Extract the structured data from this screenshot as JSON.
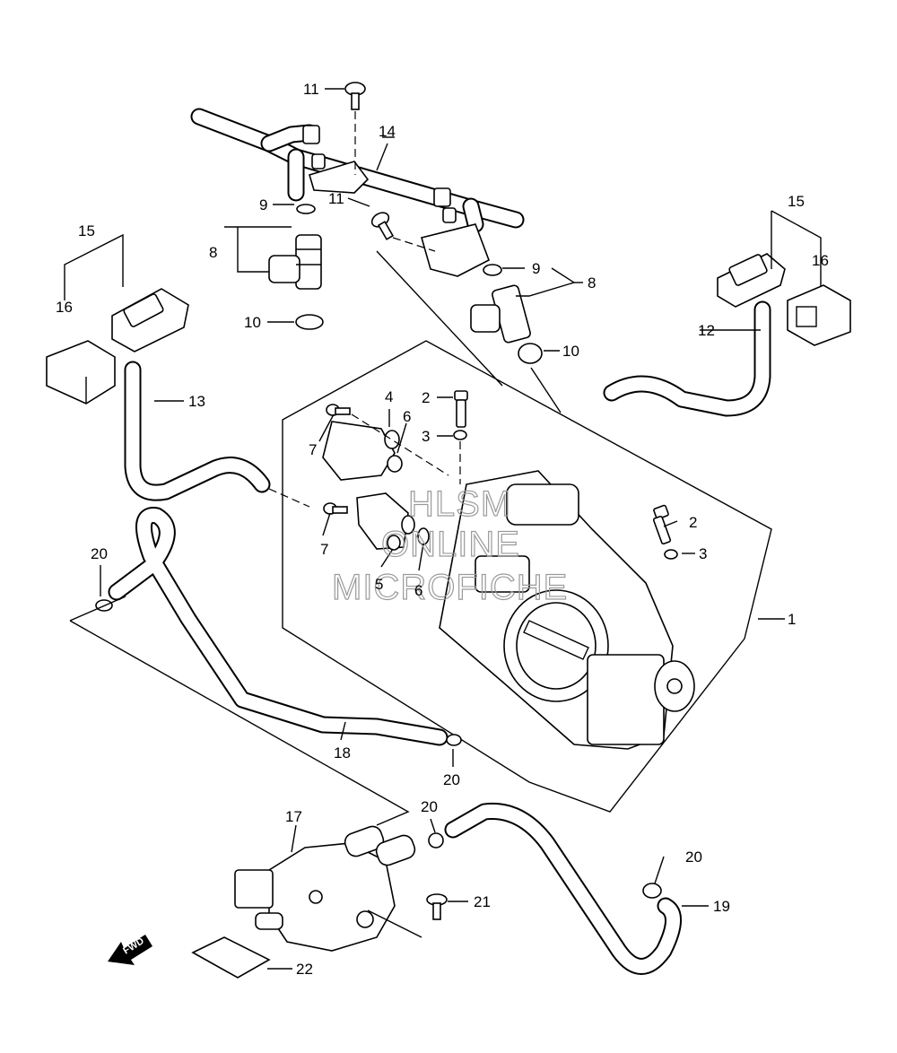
{
  "diagram": {
    "callouts": [
      {
        "id": "c11a",
        "text": "11"
      },
      {
        "id": "c14",
        "text": "14"
      },
      {
        "id": "c11b",
        "text": "11"
      },
      {
        "id": "c9a",
        "text": "9"
      },
      {
        "id": "c8a",
        "text": "8"
      },
      {
        "id": "c10a",
        "text": "10"
      },
      {
        "id": "c9b",
        "text": "9"
      },
      {
        "id": "c8b",
        "text": "8"
      },
      {
        "id": "c10b",
        "text": "10"
      },
      {
        "id": "c15a",
        "text": "15"
      },
      {
        "id": "c16a",
        "text": "16"
      },
      {
        "id": "c13",
        "text": "13"
      },
      {
        "id": "c15b",
        "text": "15"
      },
      {
        "id": "c16b",
        "text": "16"
      },
      {
        "id": "c12",
        "text": "12"
      },
      {
        "id": "c4",
        "text": "4"
      },
      {
        "id": "c6a",
        "text": "6"
      },
      {
        "id": "c2a",
        "text": "2"
      },
      {
        "id": "c3a",
        "text": "3"
      },
      {
        "id": "c7a",
        "text": "7"
      },
      {
        "id": "c7b",
        "text": "7"
      },
      {
        "id": "c5",
        "text": "5"
      },
      {
        "id": "c6b",
        "text": "6"
      },
      {
        "id": "c2b",
        "text": "2"
      },
      {
        "id": "c3b",
        "text": "3"
      },
      {
        "id": "c1",
        "text": "1"
      },
      {
        "id": "c20a",
        "text": "20"
      },
      {
        "id": "c18",
        "text": "18"
      },
      {
        "id": "c20b",
        "text": "20"
      },
      {
        "id": "c20c",
        "text": "20"
      },
      {
        "id": "c17",
        "text": "17"
      },
      {
        "id": "c20d",
        "text": "20"
      },
      {
        "id": "c21",
        "text": "21"
      },
      {
        "id": "c19",
        "text": "19"
      },
      {
        "id": "c22",
        "text": "22"
      }
    ],
    "watermark": [
      "HLSM",
      "ONLINE",
      "MICROFICHE"
    ],
    "fwd_badge": "FWD"
  }
}
